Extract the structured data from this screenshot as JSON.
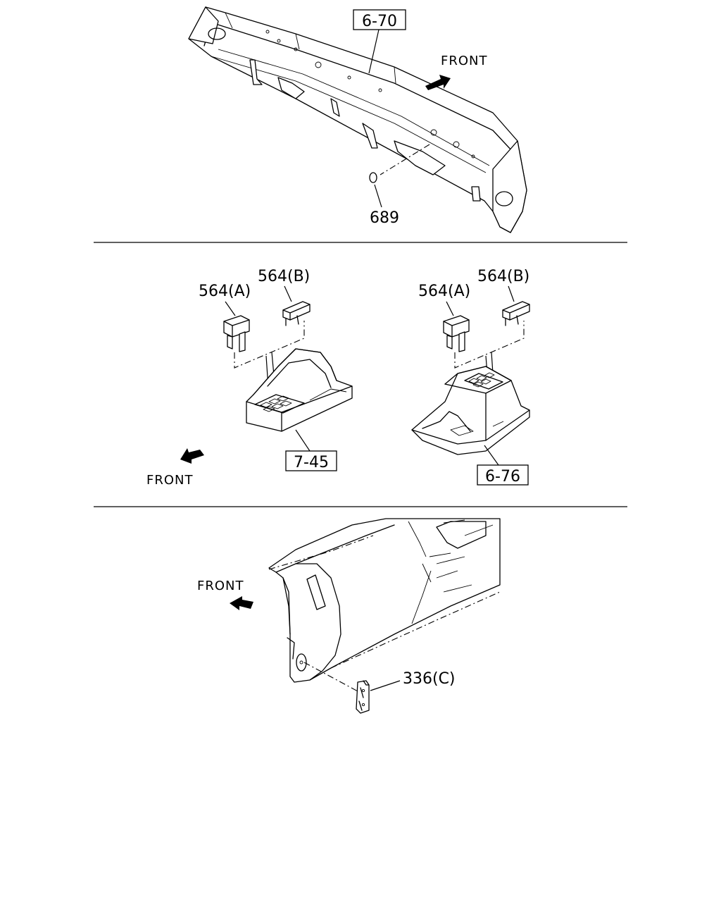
{
  "section1": {
    "ref_box": "6-70",
    "part_number": "689",
    "front_label": "FRONT",
    "parts": [
      "rear-panel-crossmember",
      "grommet-689"
    ]
  },
  "section2_left": {
    "part_a": "564(A)",
    "part_b": "564(B)",
    "ref_box": "7-45",
    "front_label": "FRONT"
  },
  "section2_right": {
    "part_a": "564(A)",
    "part_b": "564(B)",
    "ref_box": "6-76"
  },
  "section3": {
    "front_label": "FRONT",
    "part_number": "336(C)"
  },
  "icons": [
    "front-arrow-icon"
  ]
}
